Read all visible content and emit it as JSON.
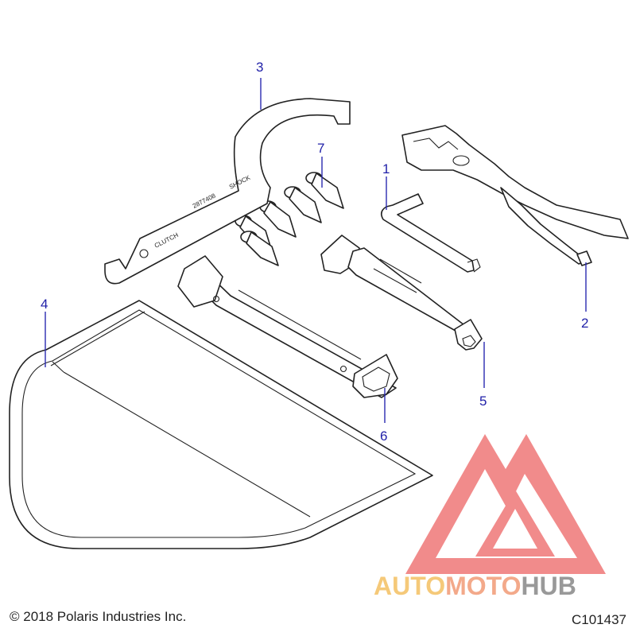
{
  "callouts": {
    "c1": "1",
    "c2": "2",
    "c3": "3",
    "c4": "4",
    "c5": "5",
    "c6": "6",
    "c7": "7"
  },
  "wrench_engraving": {
    "shock": "SHOCK",
    "part_no": "2877408",
    "clutch": "CLUTCH"
  },
  "watermark": {
    "text_a": "AUTO",
    "text_b": "MOTO",
    "text_c": "HUB",
    "colors": {
      "logo": "#f07f7f",
      "auto": "#f5c46b",
      "moto": "#f2a07e",
      "hub": "#8f8f8f"
    }
  },
  "footer": {
    "copyright": "© 2018 Polaris Industries Inc.",
    "drawing_code": "C101437"
  }
}
